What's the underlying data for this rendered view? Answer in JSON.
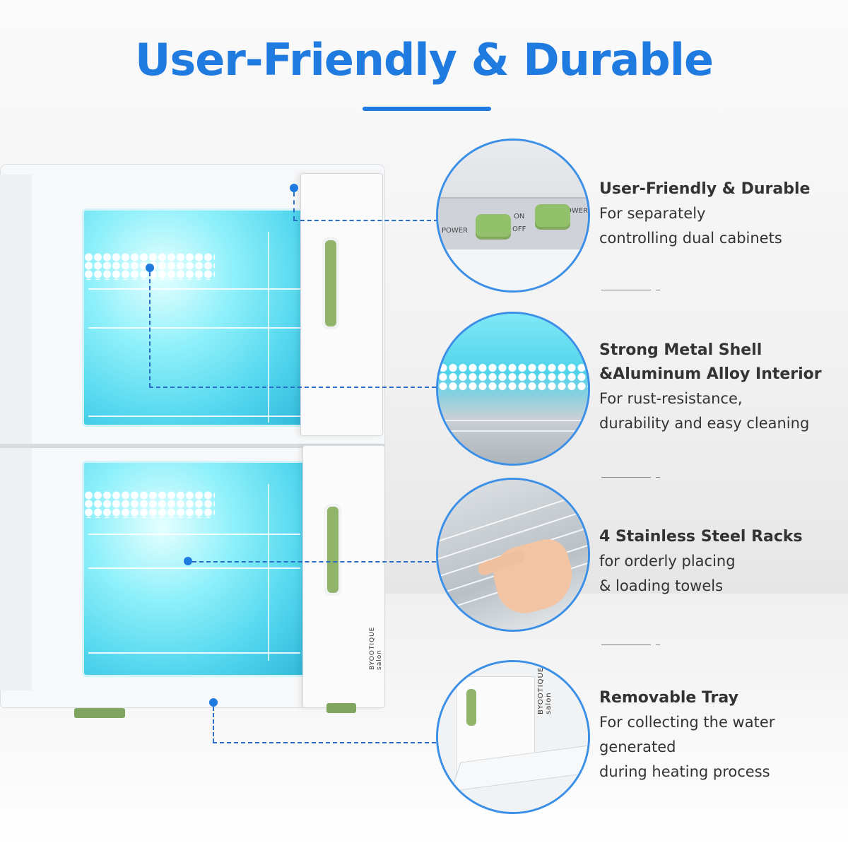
{
  "headline": "User-Friendly & Durable",
  "cabinet": {
    "brand_vertical": "BYOOTIQUE salon",
    "tray_brand": "BYOOTIQUE salon"
  },
  "switch_panel": {
    "power_left": "POWER",
    "power_right": "POWER",
    "on": "ON",
    "off": "OFF"
  },
  "features": [
    {
      "title_lines": [
        "User-Friendly & Durable"
      ],
      "desc_lines": [
        "For separately",
        "controlling dual cabinets"
      ]
    },
    {
      "title_lines": [
        "Strong Metal Shell",
        "&Aluminum Alloy Interior"
      ],
      "desc_lines": [
        "For rust-resistance,",
        "durability and easy cleaning"
      ]
    },
    {
      "title_lines": [
        "4 Stainless Steel Racks"
      ],
      "desc_lines": [
        "for orderly placing",
        "& loading towels"
      ]
    },
    {
      "title_lines": [
        "Removable Tray"
      ],
      "desc_lines": [
        "For collecting the water",
        "generated",
        "during heating process"
      ]
    }
  ],
  "colors": {
    "accent": "#1f7be0",
    "text": "#333333",
    "handle_green": "#8fb46a"
  }
}
